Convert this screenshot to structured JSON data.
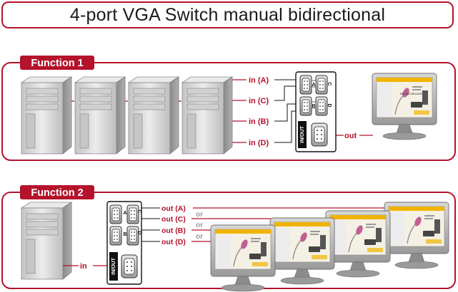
{
  "title": "4-port VGA Switch manual bidirectional",
  "colors": {
    "accent": "#b5122b",
    "tower_fill": "#d9d9d9",
    "monitor_frame": "#bdbdbd",
    "screen_bg": "#f4f0e4",
    "screen_header": "#f0b400"
  },
  "function1": {
    "label": "Function 1",
    "inputs": [
      "in (A)",
      "in (C)",
      "in (B)",
      "in (D)"
    ],
    "switch_ports": [
      "A",
      "B",
      "C",
      "D"
    ],
    "inout_label": "IN/OUT",
    "output": "out"
  },
  "function2": {
    "label": "Function 2",
    "input": "in",
    "outputs": [
      "out (A)",
      "out (C)",
      "out (B)",
      "out (D)"
    ],
    "separators": [
      "or",
      "or",
      "or"
    ],
    "switch_ports": [
      "A",
      "B",
      "C",
      "D"
    ],
    "inout_label": "IN/OUT"
  },
  "screen_text": {
    "heading": "NEU BEI DELOCK"
  },
  "icons": [
    "pc-tower-icon",
    "monitor-icon",
    "vga-connector-icon",
    "kvm-switch-icon"
  ]
}
